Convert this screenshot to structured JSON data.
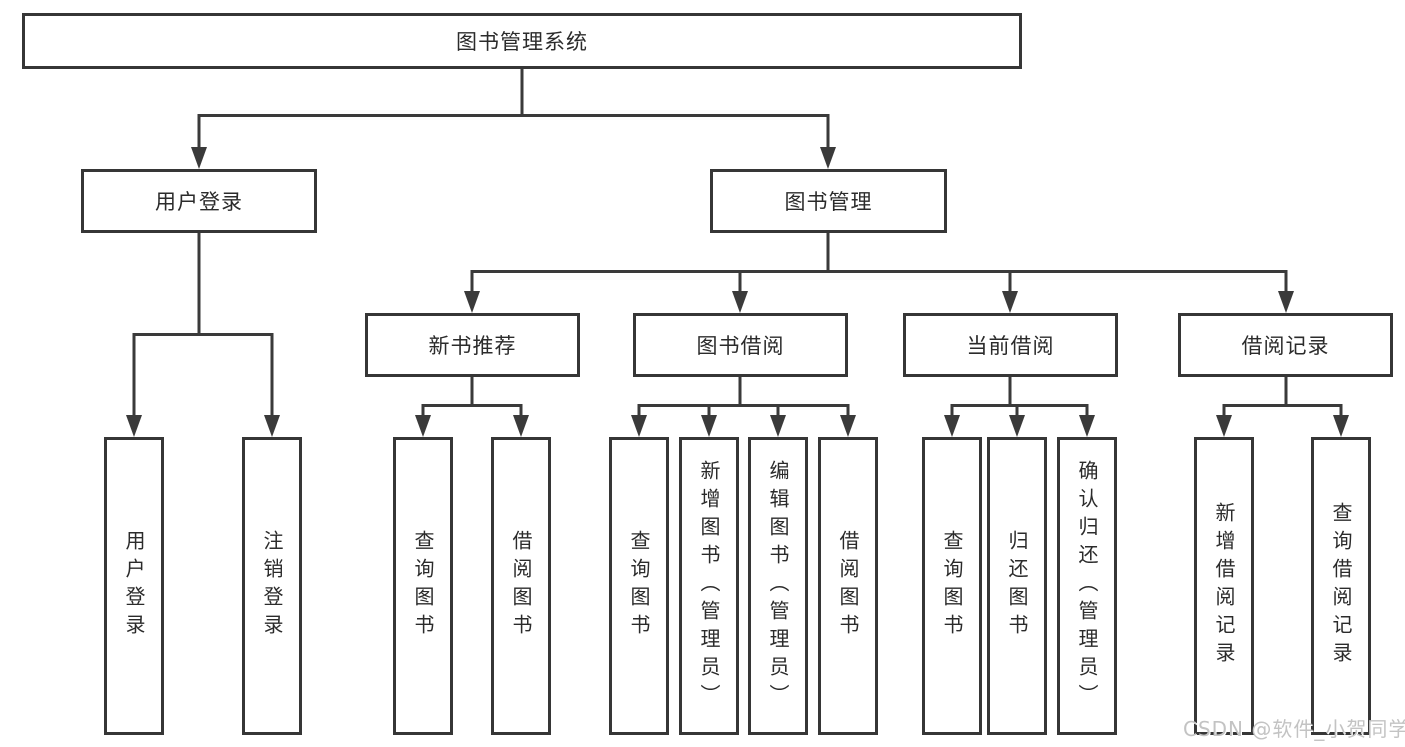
{
  "diagram_title": "图书管理系统",
  "tree": {
    "root": "图书管理系统",
    "children": [
      {
        "label": "用户登录",
        "children": [
          "用户登录",
          "注销登录"
        ]
      },
      {
        "label": "图书管理",
        "children": [
          {
            "label": "新书推荐",
            "children": [
              "查询图书",
              "借阅图书"
            ]
          },
          {
            "label": "图书借阅",
            "children": [
              "查询图书",
              "新增图书（管理员）",
              "编辑图书（管理员）",
              "借阅图书"
            ]
          },
          {
            "label": "当前借阅",
            "children": [
              "查询图书",
              "归还图书",
              "确认归还（管理员）"
            ]
          },
          {
            "label": "借阅记录",
            "children": [
              "新增借阅记录",
              "查询借阅记录"
            ]
          }
        ]
      }
    ]
  },
  "watermark": {
    "text": "CSDN @软件_小贺同学",
    "color": "#c3c3c3"
  },
  "colors": {
    "background": "#ffffff",
    "box_border": "#363636",
    "connector_line": "#3a3a3a",
    "text": "#2b2b2b"
  }
}
